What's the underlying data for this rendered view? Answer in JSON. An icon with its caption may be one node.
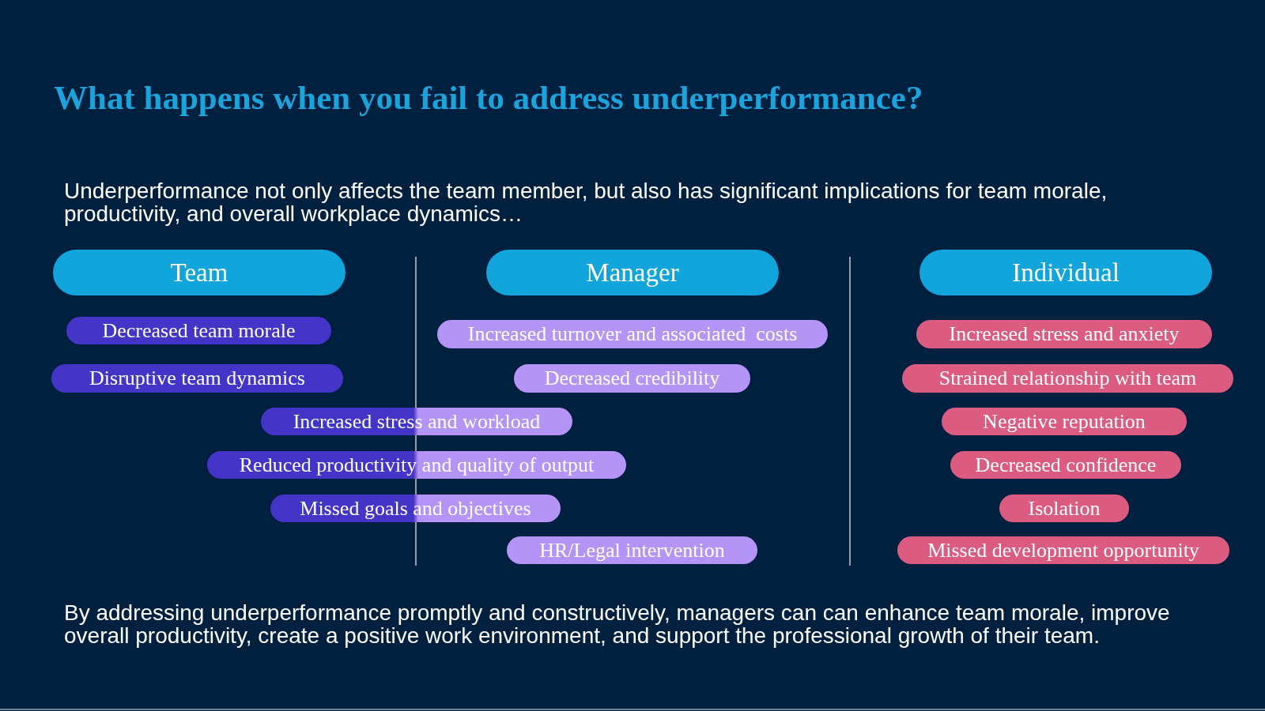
{
  "diagram": {
    "title": "What happens when you fail to address underperformance?",
    "nodes": [
      {
        "text": [
          "Team"
        ]
      },
      {
        "text": [
          "Decreased team morale"
        ]
      },
      {
        "text": [
          "Disruptive team dynamics"
        ]
      },
      {
        "text": [
          "Increased stress and workload"
        ]
      },
      {
        "text": [
          "Reduced productivity and quality of output"
        ]
      },
      {
        "text": [
          "Missed goals and objectives"
        ]
      },
      {
        "text": [
          "Manager"
        ]
      },
      {
        "text": [
          "Increased turnover and associated  costs"
        ]
      },
      {
        "text": [
          "Decreased credibility"
        ]
      },
      {
        "text": [
          "HR/Legal intervention"
        ]
      },
      {
        "text": [
          "Individual"
        ]
      },
      {
        "text": [
          "Increased stress and anxiety"
        ]
      },
      {
        "text": [
          "Strained relationship with team"
        ]
      },
      {
        "text": [
          "Negative reputation"
        ]
      },
      {
        "text": [
          "Decreased confidence"
        ]
      },
      {
        "text": [
          "Isolation"
        ]
      },
      {
        "text": [
          "Missed development opportunity"
        ]
      }
    ],
    "labels": [
      "Underperformance not only affects the team member, but also has significant implications for team morale, productivity, and overall workplace dynamics…",
      "By addressing underperformance promptly and constructively, managers can can enhance team morale, improve overall productivity, create a positive work environment, and support the professional growth of their team."
    ]
  }
}
